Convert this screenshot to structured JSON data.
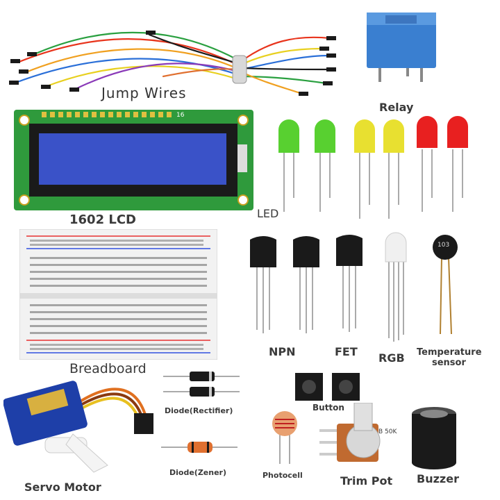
{
  "labels": {
    "jump_wires": "Jump Wires",
    "relay": "Relay",
    "lcd": "1602 LCD",
    "led": "LED",
    "breadboard": "Breadboard",
    "npn": "NPN",
    "fet": "FET",
    "rgb": "RGB",
    "temperature_sensor_line1": "Temperature",
    "temperature_sensor_line2": "sensor",
    "servo_motor": "Servo Motor",
    "diode_rectifier": "Diode(Rectifier)",
    "diode_zener": "Diode(Zener)",
    "button": "Button",
    "photocell": "Photocell",
    "trim_pot": "Trim Pot",
    "buzzer": "Buzzer"
  },
  "markings": {
    "lcd_pin": "16",
    "thermistor_code": "103",
    "pot_value": "B 50K"
  },
  "colors": {
    "pcb_green": "#2f9a3c",
    "lcd_blue": "#3a52c8",
    "relay_blue": "#3a7fd0",
    "led_green": "#58d030",
    "led_yellow": "#e8e030",
    "led_red": "#e82020",
    "servo_blue": "#1e3fa8"
  }
}
